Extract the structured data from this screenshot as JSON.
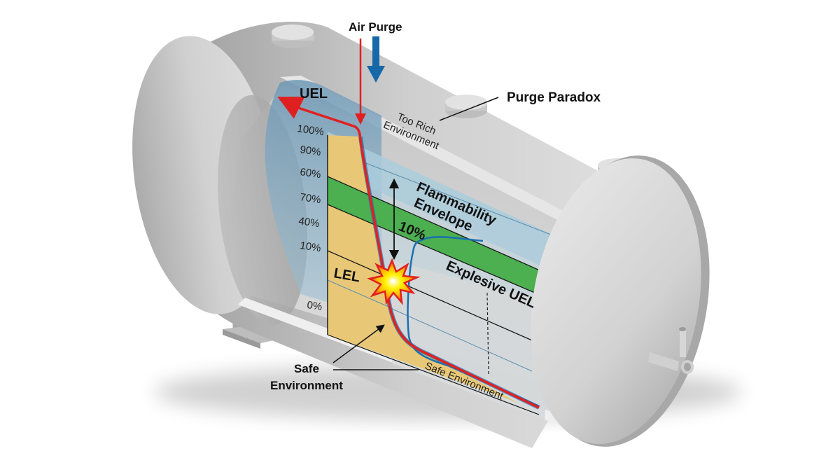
{
  "diagram": {
    "title": "Purge Paradox",
    "labels": {
      "air_purge": "Air Purge",
      "purge_paradox": "Purge Paradox",
      "uel": "UEL",
      "too_rich_line1": "Too Rich",
      "too_rich_line2": "Environment",
      "flammability_line1": "Flammability",
      "flammability_line2": "Envelope",
      "ten_percent": "10%",
      "lel": "LEL",
      "explosive_uel": "Explesive UEL",
      "safe_env_callout_line1": "Safe",
      "safe_env_callout_line2": "Environment",
      "safe_env_floor": "Safe Environment"
    },
    "y_axis_ticks": [
      "100%",
      "90%",
      "60%",
      "70%",
      "40%",
      "10%",
      "0%"
    ],
    "colors": {
      "tank_gray": "#c8c8c8",
      "safe_yellow": "#e8c877",
      "flammable_green": "#4caf50",
      "rich_blue": "#9ec3d6",
      "red_curve": "#e02020",
      "blue_curve": "#1a6fb0",
      "purge_arrow_blue": "#1569a8"
    },
    "icons": [
      "air-purge-arrow-icon",
      "red-purge-arrow-icon",
      "explosion-burst-icon",
      "double-headed-arrow-icon"
    ]
  }
}
